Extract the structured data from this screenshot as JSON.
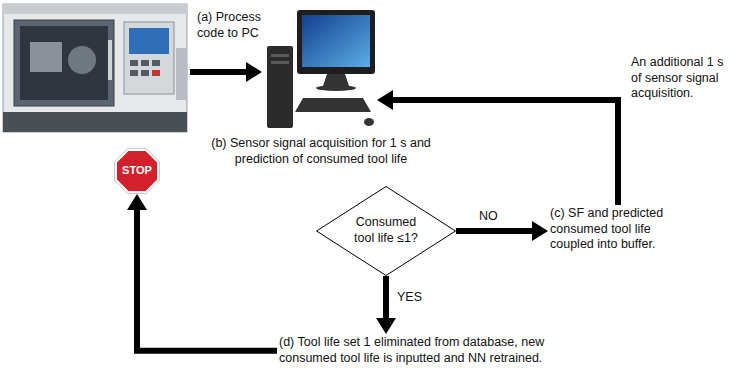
{
  "diagram": {
    "nodes": [
      {
        "text": [
          "(b) Sensor signal acquisition for 1 s and prediction of consumed tool life"
        ]
      },
      {
        "text": [
          "STOP"
        ]
      },
      {
        "text": [
          "Consumed tool life ≤1?"
        ]
      },
      {
        "text": [
          "(c) SF and predicted consumed tool life coupled into buffer."
        ]
      },
      {
        "text": [
          "(d) Tool life set 1 eliminated from database, new consumed tool life is inputted and NN retrained."
        ]
      }
    ],
    "edges": [
      {
        "from": 2,
        "to": 3,
        "label": "NO",
        "arrow": "to"
      },
      {
        "from": 3,
        "to": 0,
        "label": "An additional 1 s of sensor signal acquisition.",
        "arrow": "to"
      },
      {
        "from": 2,
        "to": 4,
        "label": "YES",
        "arrow": "to"
      },
      {
        "from": 4,
        "to": 1,
        "arrow": "to"
      }
    ],
    "labels": [
      "(a) Process code to PC"
    ]
  }
}
